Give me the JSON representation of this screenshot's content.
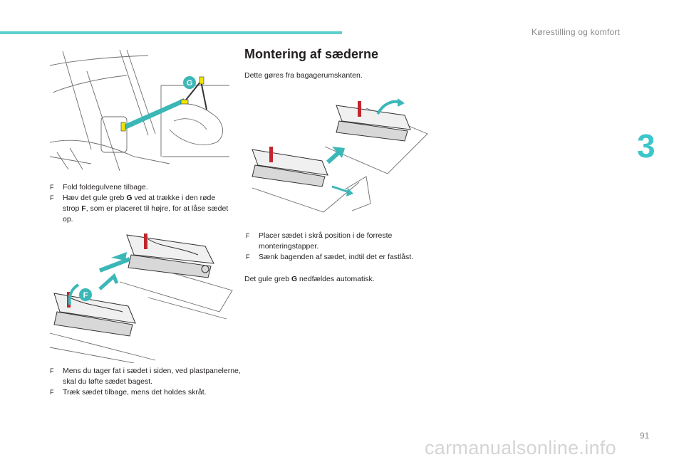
{
  "header": {
    "section_title": "Kørestilling og komfort",
    "chapter_number": "3",
    "page_number": "91"
  },
  "colors": {
    "accent": "#5ccfcf",
    "chapter": "#3cc6c9",
    "strap_red": "#c0272d",
    "handle_yellow": "#f2e600"
  },
  "left_column": {
    "steps_1": [
      {
        "marker": "F",
        "text": "Fold foldegulvene tilbage."
      },
      {
        "marker": "F",
        "text_before": "Hæv det gule greb ",
        "bold": "G",
        "text_after": " ved at trække i den røde strop ",
        "bold2": "F",
        "text_end": ", som er placeret til højre, for at låse sædet op."
      }
    ],
    "steps_2": [
      {
        "marker": "F",
        "text": "Mens du tager fat i sædet i siden, ved plastpanelerne, skal du løfte sædet bagest."
      },
      {
        "marker": "F",
        "text": "Træk sædet tilbage, mens det holdes skråt."
      }
    ],
    "figure1_label": "G",
    "figure2_label": "F"
  },
  "right_column": {
    "title": "Montering af sæderne",
    "intro": "Dette gøres fra bagagerumskanten.",
    "steps": [
      {
        "marker": "F",
        "text": "Placer sædet i skrå position i de forreste monteringstapper."
      },
      {
        "marker": "F",
        "text": "Sænk bagenden af sædet, indtil det er fastlåst."
      }
    ],
    "note_before": "Det gule greb ",
    "note_bold": "G",
    "note_after": " nedfældes automatisk."
  },
  "footer": {
    "watermark": "carmanualsonline.info"
  }
}
